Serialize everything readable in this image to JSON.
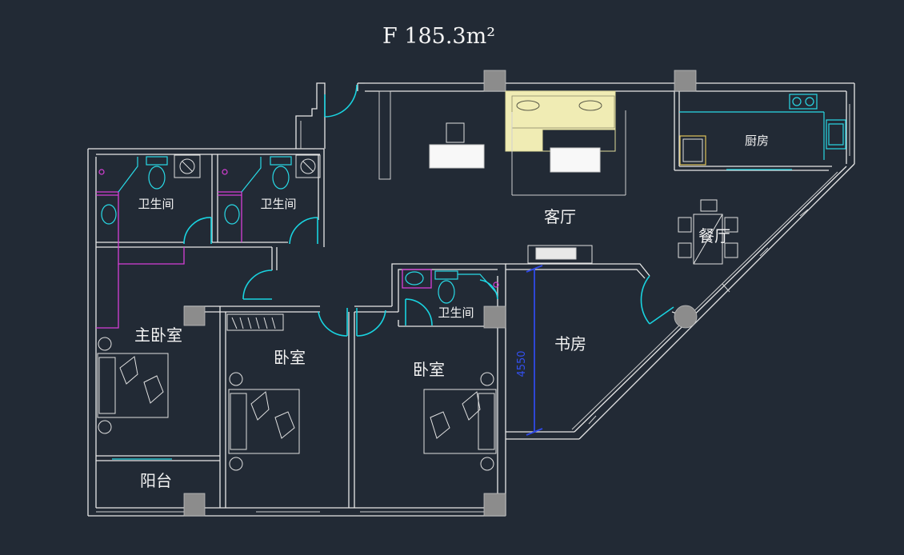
{
  "plan": {
    "title": "F 185.3m²",
    "rooms": {
      "living_room": "客厅",
      "dining_room": "餐厅",
      "kitchen": "厨房",
      "master_bedroom": "主卧室",
      "bedroom_1": "卧室",
      "bedroom_2": "卧室",
      "study": "书房",
      "balcony": "阳台",
      "bathroom_1": "卫生间",
      "bathroom_2": "卫生间",
      "bathroom_3": "卫生间"
    },
    "dimension": "4550"
  },
  "colors": {
    "background": "#222a35",
    "wall": "#e8e8e8",
    "door": "#19d3e0",
    "partition": "#d63fd6",
    "dimension": "#2f49e8",
    "sofa": "#f0ecb4"
  }
}
